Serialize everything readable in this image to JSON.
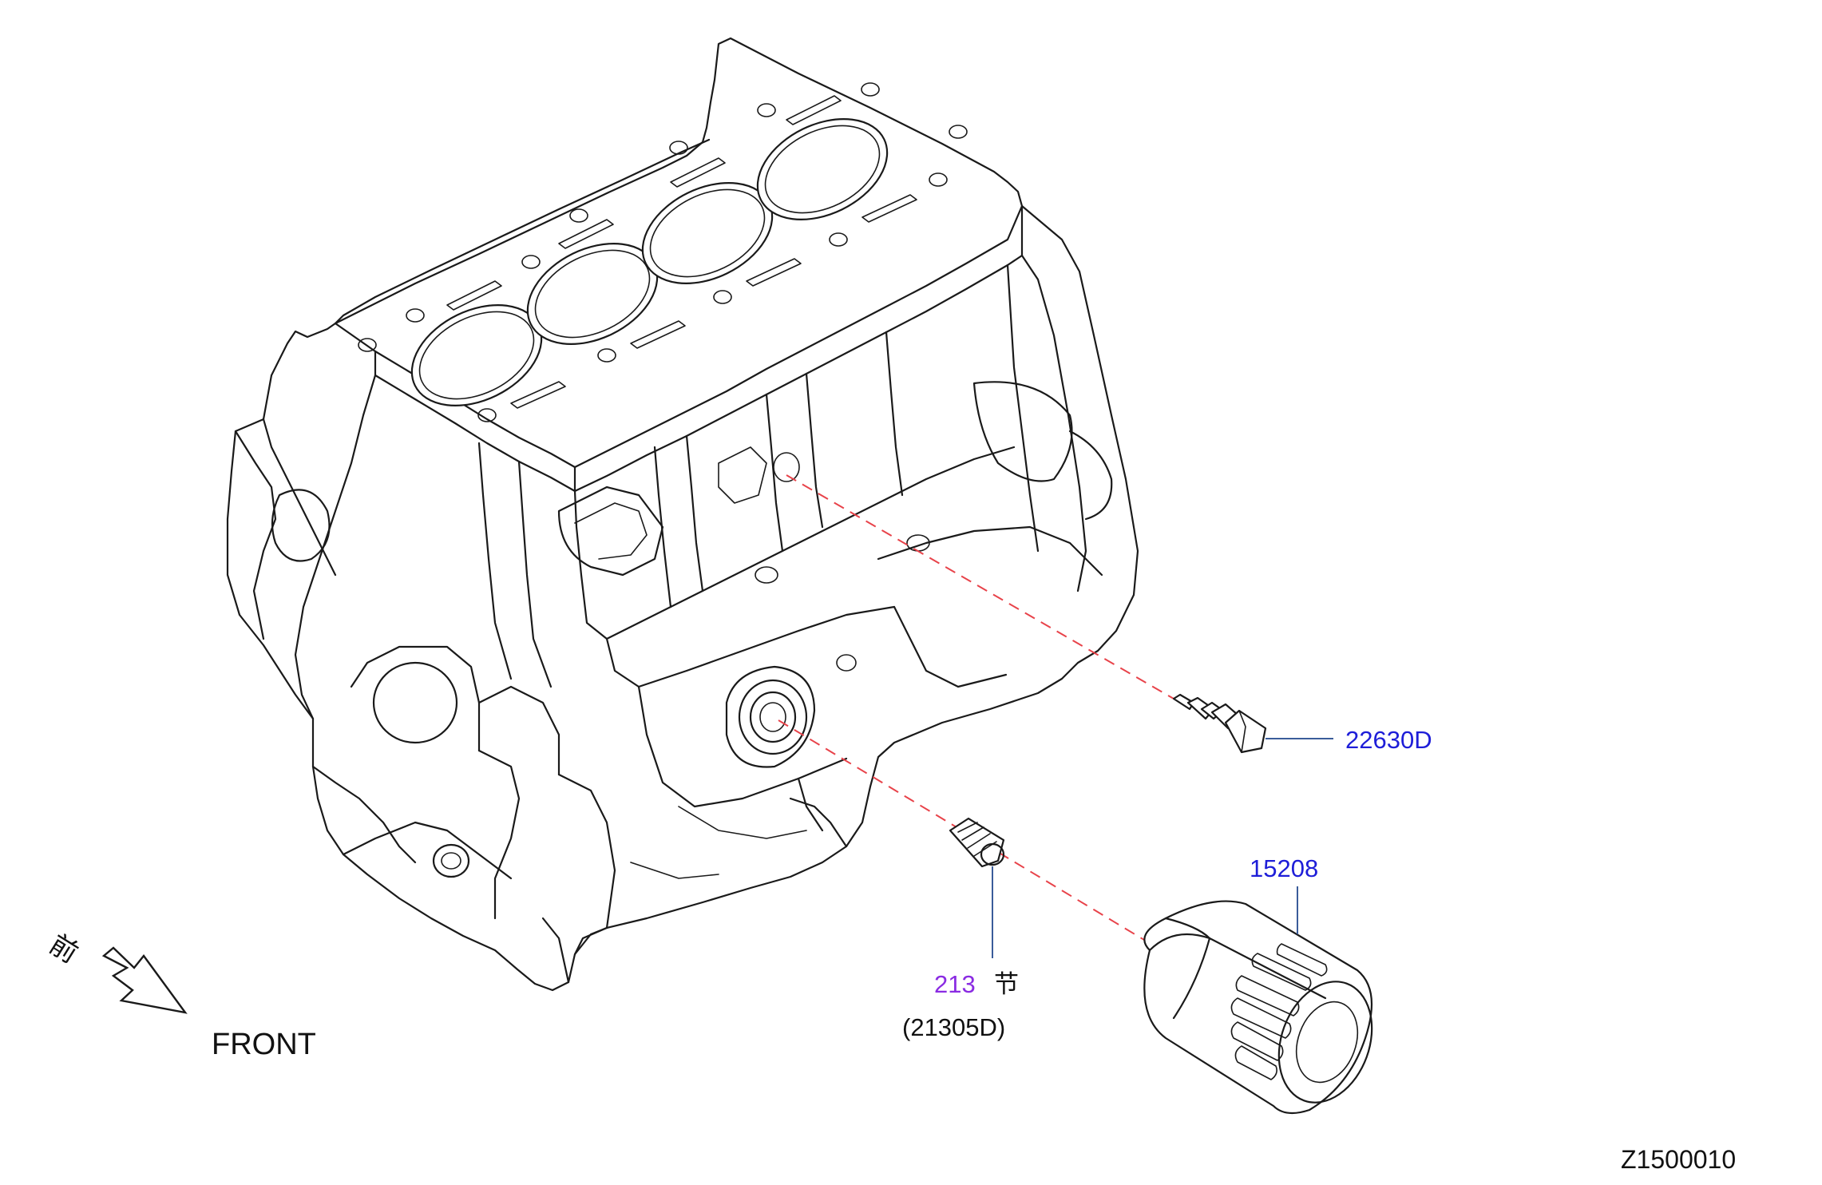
{
  "callouts": {
    "sensor": {
      "code": "22630D",
      "color": "#1e1ed8"
    },
    "filter": {
      "code": "15208",
      "color": "#1e1ed8"
    },
    "stud": {
      "number": "213",
      "number_color": "#8a2be2",
      "suffix": "节",
      "ref": "(21305D)"
    }
  },
  "front_marker": {
    "cjk_label": "前",
    "label": "FRONT"
  },
  "diagram_id": "Z1500010",
  "icons": [
    "front-arrow-icon"
  ]
}
